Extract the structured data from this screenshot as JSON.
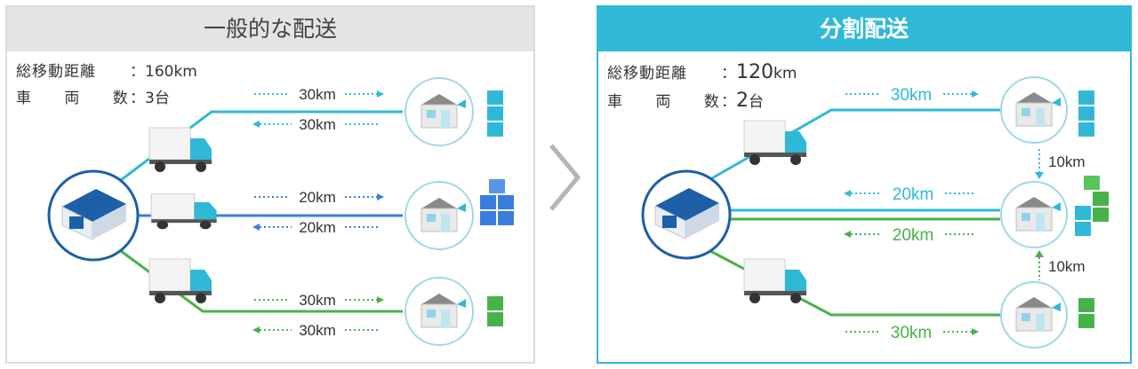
{
  "left": {
    "title": "一般的な配送",
    "stats": [
      {
        "label": "総移動距離",
        "sep": "：",
        "value": "160km"
      },
      {
        "label": "車 両 数",
        "sep": "：",
        "value": "3台"
      }
    ],
    "routes": [
      "30km",
      "30km",
      "20km",
      "20km",
      "30km",
      "30km"
    ]
  },
  "right": {
    "title": "分割配送",
    "stats": [
      {
        "label": "総移動距離",
        "sep": "：",
        "value_num": "120",
        "value_unit": "km"
      },
      {
        "label": "車 両 数",
        "sep": "：",
        "value_num": "2",
        "value_unit": "台"
      }
    ],
    "routes": {
      "top": "30km",
      "mid_upper": "20km",
      "mid_lower": "20km",
      "bottom": "30km",
      "link_upper": "10km",
      "link_lower": "10km"
    }
  },
  "colors": {
    "cyan": "#2fb9d6",
    "blue": "#3a7de0",
    "green": "#48b24a",
    "navy": "#1d5fa8",
    "gray_panel": "#e4e4e4"
  },
  "icons": [
    "warehouse-icon",
    "truck-icon",
    "store-icon",
    "boxes-icon",
    "chevron-right-icon"
  ]
}
